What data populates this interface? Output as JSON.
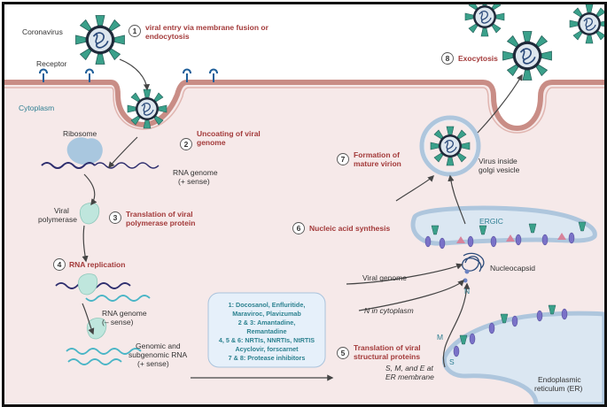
{
  "labels": {
    "coronavirus": "Coronavirus",
    "receptor": "Receptor",
    "cytoplasm": "Cytoplasm",
    "ribosome": "Ribosome",
    "rna_genome_plus_1": "RNA genome",
    "rna_genome_plus_2": "(+ sense)",
    "viral_polymerase_1": "Viral",
    "viral_polymerase_2": "polymerase",
    "rna_genome_minus_1": "RNA genome",
    "rna_genome_minus_2": "(– sense)",
    "genomic_1": "Genomic and",
    "genomic_2": "subgenomic RNA",
    "genomic_3": "(+ sense)",
    "viral_genome": "Viral genome",
    "n_in_cytoplasm": "N in cytoplasm",
    "nucleocapsid": "Nucleocapsid",
    "n_letter": "N",
    "ergic": "ERGIC",
    "virus_golgi_1": "Virus inside",
    "virus_golgi_2": "golgi vesicle",
    "s_m_e_1": "S, M, and E at",
    "s_m_e_2": "ER membrane",
    "m_letter": "M",
    "s_letter": "S",
    "er_1": "Endoplasmic",
    "er_2": "reticulum (ER)"
  },
  "steps": [
    {
      "n": "1",
      "line1": "viral entry via membrane fusion or",
      "line2": "endocytosis"
    },
    {
      "n": "2",
      "line1": "Uncoating of viral",
      "line2": "genome"
    },
    {
      "n": "3",
      "line1": "Translation of viral",
      "line2": "polymerase protein"
    },
    {
      "n": "4",
      "line1": "RNA replication",
      "line2": ""
    },
    {
      "n": "5",
      "line1": "Translation of viral",
      "line2": "structural proteins"
    },
    {
      "n": "6",
      "line1": "Nucleic acid synthesis",
      "line2": ""
    },
    {
      "n": "7",
      "line1": "Formation of",
      "line2": "mature virion"
    },
    {
      "n": "8",
      "line1": "Exocytosis",
      "line2": ""
    }
  ],
  "drug_box": [
    "1:  Docosanol, Enfluritide,",
    "Maraviroc, Plavizumab",
    "2 & 3: Amantadine,",
    "Remantadine",
    "4, 5 & 6: NRTIs, NNRTIs, NtRTIS",
    "Acyclovir, forscarnet",
    "7 & 8: Protease inhibitors"
  ],
  "colors": {
    "cytoplasm": "#f6e9e9",
    "membrane": "#c98d86",
    "step_text": "#a33a3a",
    "virus_spike": "#3aa08a",
    "virus_body": "#1f2a3a",
    "drug_box_fill": "#e6f0fa",
    "drug_text": "#2d8290"
  }
}
